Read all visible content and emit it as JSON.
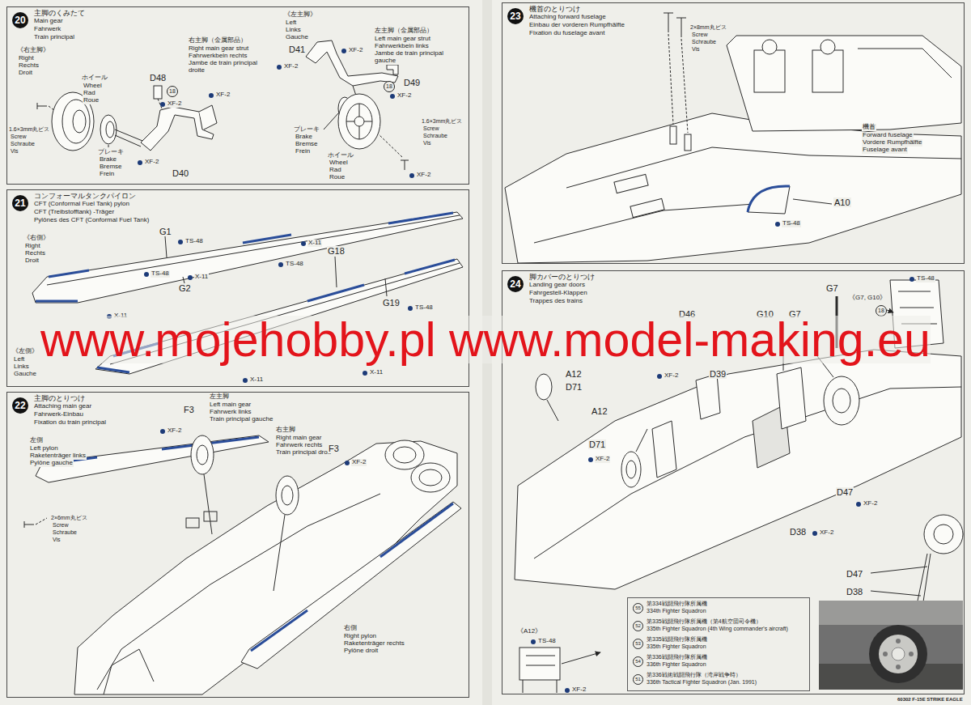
{
  "diagram": {
    "nodes": [
      {
        "text": [
          "20",
          "主脚のくみたて",
          "Main gear",
          "Fahrwerk",
          "Train principal"
        ]
      },
      {
        "text": [
          "21",
          "コンフォーマルタンクパイロン",
          "CFT (Conformal Fuel Tank) pylon",
          "CFT (Treibstofftank) -Träger",
          "Pylônes des CFT (Conformal Fuel Tank)"
        ]
      },
      {
        "text": [
          "22",
          "主脚のとりつけ",
          "Attaching main gear",
          "Fahrwerk-Einbau",
          "Fixation du train principal"
        ]
      },
      {
        "text": [
          "23",
          "機首のとりつけ",
          "Attaching forward fuselage",
          "Einbau der vorderen Rumpfhälfte",
          "Fixation du fuselage avant"
        ]
      },
      {
        "text": [
          "24",
          "脚カバーのとりつけ",
          "Landing gear doors",
          "Fahrgestell-Klappen",
          "Trappes des trains"
        ]
      },
      {
        "text": [
          "55",
          "第334戦闘飛行隊所属機",
          "334th Fighter Squadron",
          "52",
          "第335戦闘飛行隊所属機（第4航空団司令機）",
          "335th Fighter Squadron (4th Wing commander's aircraft)",
          "53",
          "第335戦闘飛行隊所属機",
          "335th Fighter Squadron",
          "54",
          "第336戦闘飛行隊所属機",
          "336th Fighter Squadron",
          "51",
          "第336戦術戦闘飛行隊（湾岸戦争時）",
          "336th Tactical Fighter Squadron (Jan. 1991)"
        ],
        "in": 4
      }
    ],
    "labels": [
      "《右主脚》",
      "Right",
      "Rechts",
      "Droit",
      "ホイール",
      "Wheel",
      "Rad",
      "Roue",
      "D48",
      "XF-2",
      "18",
      "XF-2",
      "右主脚（金属部品）",
      "Right main gear strut",
      "Fahrwerkbein rechts",
      "Jambe de train principal droite",
      "1.6×3mm丸ビス",
      "Screw",
      "Schraube",
      "Vis",
      "ブレーキ",
      "Brake",
      "Bremse",
      "Frein",
      "XF-2",
      "D40",
      "《左主脚》",
      "Left",
      "Links",
      "Gauche",
      "D41",
      "XF-2",
      "XF-2",
      "18",
      "左主脚（金属部品）",
      "Left main gear strut",
      "Fahrwerkbein links",
      "Jambe de train principal gauche",
      "D49",
      "XF-2",
      "ブレーキ",
      "Brake",
      "Bremse",
      "Frein",
      "ホイール",
      "Wheel",
      "Rad",
      "Roue",
      "1.6×3mm丸ビス",
      "Screw",
      "Schraube",
      "Vis",
      "XF-2",
      "《右側》",
      "Right",
      "Rechts",
      "Droit",
      "G1",
      "TS-48",
      "X-11",
      "X-11",
      "TS-48",
      "G2",
      "TS-48",
      "G18",
      "G19",
      "TS-48",
      "X-11",
      "《左側》",
      "Left",
      "Links",
      "Gauche",
      "X-11",
      "X-11",
      "左主脚",
      "Left main gear",
      "Fahrwerk links",
      "Train principal gauche",
      "F3",
      "XF-2",
      "右主脚",
      "Right main gear",
      "Fahrwerk rechts",
      "Train principal droit",
      "F3",
      "XF-2",
      "左側",
      "Left pylon",
      "Raketenträger links",
      "Pylône gauche",
      "2×6mm丸ビス",
      "Screw",
      "Schraube",
      "Vis",
      "右側",
      "Right pylon",
      "Raketenträger rechts",
      "Pylône droit",
      "2×8mm丸ビス",
      "Screw",
      "Schraube",
      "Vis",
      "機首",
      "Forward fuselage",
      "Vordere Rumpfhälfte",
      "Fuselage avant",
      "A10",
      "TS-48",
      "TS-48",
      "《G7, G10》",
      "G7",
      "18",
      "D46",
      "G10",
      "G7",
      "D39",
      "A12",
      "D71",
      "XF-2",
      "A12",
      "D71",
      "XF-2",
      "D47",
      "XF-2",
      "D38",
      "XF-2",
      "D47",
      "D38",
      "《A12》",
      "TS-48",
      "XF-2",
      "www.mojehobby.pl www.model-making.eu",
      "60302 F-15E STRIKE EAGLE"
    ]
  }
}
